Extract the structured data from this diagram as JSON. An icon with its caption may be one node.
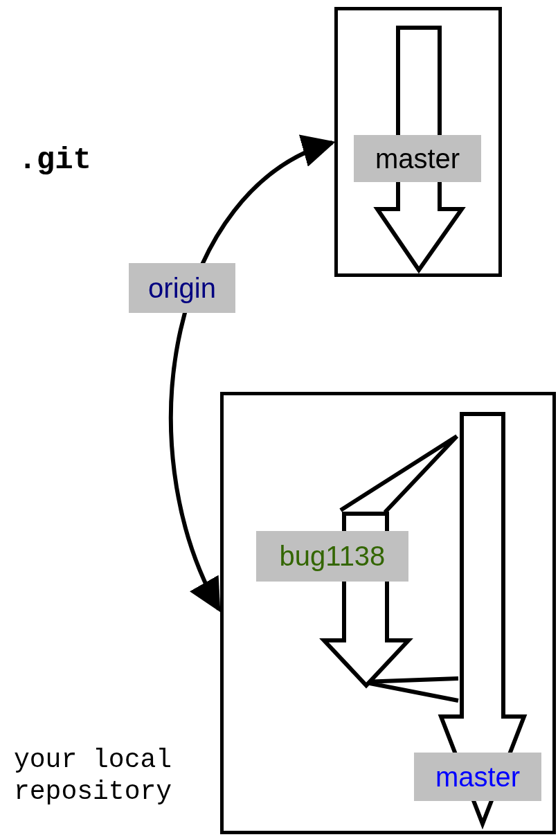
{
  "diagram": {
    "nodes": [
      {
        "text": [],
        "shape": "box"
      },
      {
        "text": [
          "master"
        ],
        "in": 0
      },
      {
        "text": [],
        "shape": "box",
        "beside": [
          "your local repository"
        ]
      },
      {
        "text": [
          "bug1138"
        ],
        "in": 2
      },
      {
        "text": [
          "master"
        ],
        "in": 2
      }
    ],
    "edges": [
      {
        "from": 0,
        "to": 2,
        "arrow": "both",
        "label": "origin"
      },
      {
        "from": 4,
        "to": 3,
        "arrow": "none"
      },
      {
        "from": 3,
        "to": 4,
        "arrow": "none"
      }
    ],
    "labels": [
      ".git"
    ]
  }
}
